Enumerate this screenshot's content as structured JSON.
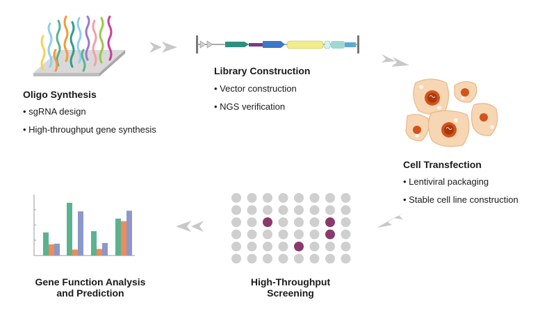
{
  "steps": [
    {
      "title": "Oligo Synthesis",
      "bullets": [
        "• sgRNA design",
        "• High-throughput gene synthesis"
      ]
    },
    {
      "title": "Library Construction",
      "bullets": [
        "• Vector construction",
        "• NGS verification"
      ]
    },
    {
      "title": "Cell Transfection",
      "bullets": [
        "• Lentiviral packaging",
        "• Stable cell line construction"
      ]
    },
    {
      "title_lines": [
        "High-Throughput",
        "Screening"
      ]
    },
    {
      "title_lines": [
        "Gene Function Analysis",
        "and Prediction"
      ]
    }
  ],
  "colors": {
    "arrow": "#c8c8c8",
    "cell_fill": "#f7d6b4",
    "nucleus": "#d2541a",
    "well_gray": "#cfcfcf",
    "well_hit": "#8a3a6a",
    "bar_green": "#5bb28f",
    "bar_orange": "#ef8a5a",
    "bar_blue": "#8b98c8"
  },
  "well_plate": {
    "rows": 6,
    "cols": 8,
    "hits": [
      [
        2,
        2
      ],
      [
        2,
        6
      ],
      [
        3,
        6
      ],
      [
        4,
        4
      ]
    ]
  },
  "bar_chart": {
    "groups": [
      {
        "values": [
          35,
          17,
          18
        ]
      },
      {
        "values": [
          80,
          9,
          67
        ]
      },
      {
        "values": [
          37,
          10,
          19
        ]
      },
      {
        "values": [
          56,
          52,
          68
        ]
      }
    ]
  }
}
